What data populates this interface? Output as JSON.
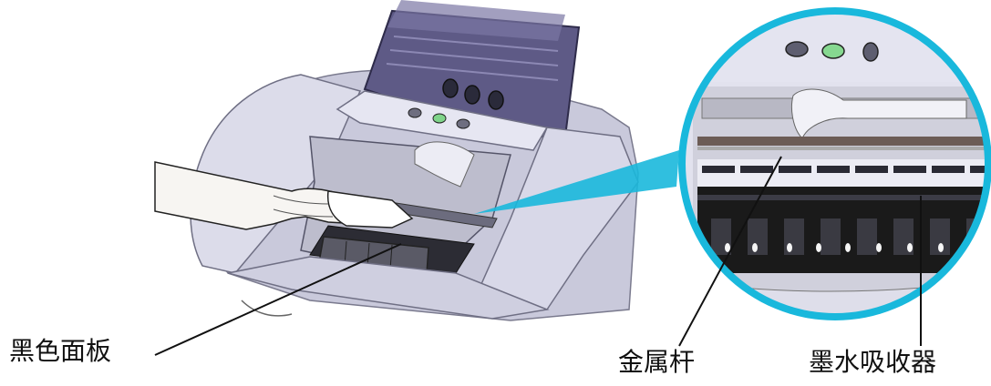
{
  "labels": {
    "black_panel": "黑色面板",
    "metal_rod": "金属杆",
    "ink_absorber": "墨水吸收器"
  },
  "colors": {
    "printer_body": "#d6d6e6",
    "printer_shadow": "#a9a9bd",
    "lid_purple": "#5e5a86",
    "callout_cyan": "#19b8dc",
    "ink_absorber_black": "#1a1a1a"
  },
  "icons": [
    "printer-illustration",
    "hand-with-cloth",
    "magnified-detail-circle",
    "leader-line"
  ]
}
